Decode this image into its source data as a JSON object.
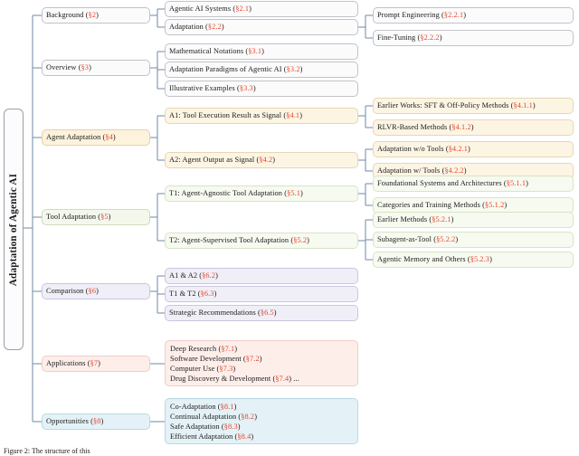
{
  "figure": {
    "root_label": "Adaptation of Agentic AI",
    "caption": "Figure 2: The structure of this"
  },
  "colors": {
    "section_number": "#e8442a",
    "wire": "#7a93ad",
    "white": "#fbfbfc",
    "cream": "#fdf2dc",
    "green": "#f4f8ec",
    "lilac": "#f0eff8",
    "pink": "#fdeeea",
    "blue": "#e4f2f7"
  },
  "branches": [
    {
      "id": "background",
      "label": "Background",
      "section": "§2",
      "children": [
        {
          "label": "Agentic AI Systems",
          "section": "§2.1",
          "children": []
        },
        {
          "label": "Adaptation",
          "section": "§2.2",
          "children": [
            {
              "label": "Prompt Engineering",
              "section": "§2.2.1"
            },
            {
              "label": "Fine-Tuning",
              "section": "§2.2.2"
            }
          ]
        }
      ]
    },
    {
      "id": "overview",
      "label": "Overview",
      "section": "§3",
      "children": [
        {
          "label": "Mathematical Notations",
          "section": "§3.1",
          "children": []
        },
        {
          "label": "Adaptation Paradigms of Agentic AI",
          "section": "§3.2",
          "children": []
        },
        {
          "label": "Illustrative Examples",
          "section": "§3.3",
          "children": []
        }
      ]
    },
    {
      "id": "agent-adaptation",
      "label": "Agent Adaptation",
      "section": "§4",
      "children": [
        {
          "label": "A1:  Tool Execution Result as Signal",
          "section": "§4.1",
          "children": [
            {
              "label": "Earlier Works:  SFT & Off-Policy Methods",
              "section": "§4.1.1"
            },
            {
              "label": "RLVR-Based Methods",
              "section": "§4.1.2"
            }
          ]
        },
        {
          "label": "A2:  Agent Output as Signal",
          "section": "§4.2",
          "children": [
            {
              "label": "Adaptation w/o Tools",
              "section": "§4.2.1"
            },
            {
              "label": "Adaptation w/ Tools",
              "section": "§4.2.2"
            }
          ]
        }
      ]
    },
    {
      "id": "tool-adaptation",
      "label": "Tool Adaptation",
      "section": "§5",
      "children": [
        {
          "label": "T1:  Agent-Agnostic Tool Adaptation",
          "section": "§5.1",
          "children": [
            {
              "label": "Foundational Systems and Architectures",
              "section": "§5.1.1"
            },
            {
              "label": "Categories and Training Methods",
              "section": "§5.1.2"
            }
          ]
        },
        {
          "label": "T2:  Agent-Supervised Tool Adaptation",
          "section": "§5.2",
          "children": [
            {
              "label": "Earlier Methods",
              "section": "§5.2.1"
            },
            {
              "label": "Subagent-as-Tool",
              "section": "§5.2.2"
            },
            {
              "label": "Agentic Memory and Others",
              "section": "§5.2.3"
            }
          ]
        }
      ]
    },
    {
      "id": "comparison",
      "label": "Comparison",
      "section": "§6",
      "children": [
        {
          "label": "A1 & A2",
          "section": "§6.2",
          "children": []
        },
        {
          "label": "T1 & T2",
          "section": "§6.3",
          "children": []
        },
        {
          "label": "Strategic Recommendations",
          "section": "§6.5",
          "children": []
        }
      ]
    },
    {
      "id": "applications",
      "label": "Applications",
      "section": "§7",
      "lines": [
        {
          "label": "Deep Research",
          "section": "§7.1"
        },
        {
          "label": "Software Development",
          "section": "§7.2"
        },
        {
          "label": "Computer Use",
          "section": "§7.3"
        },
        {
          "label": "Drug Discovery & Development",
          "section": "§7.4",
          "suffix": " ..."
        }
      ]
    },
    {
      "id": "opportunities",
      "label": "Opportunities",
      "section": "§8",
      "lines": [
        {
          "label": "Co-Adaptation",
          "section": "§8.1"
        },
        {
          "label": "Continual Adaptation",
          "section": "§8.2"
        },
        {
          "label": "Safe Adaptation",
          "section": "§8.3"
        },
        {
          "label": "Efficient Adaptation",
          "section": "§8.4"
        }
      ]
    }
  ]
}
